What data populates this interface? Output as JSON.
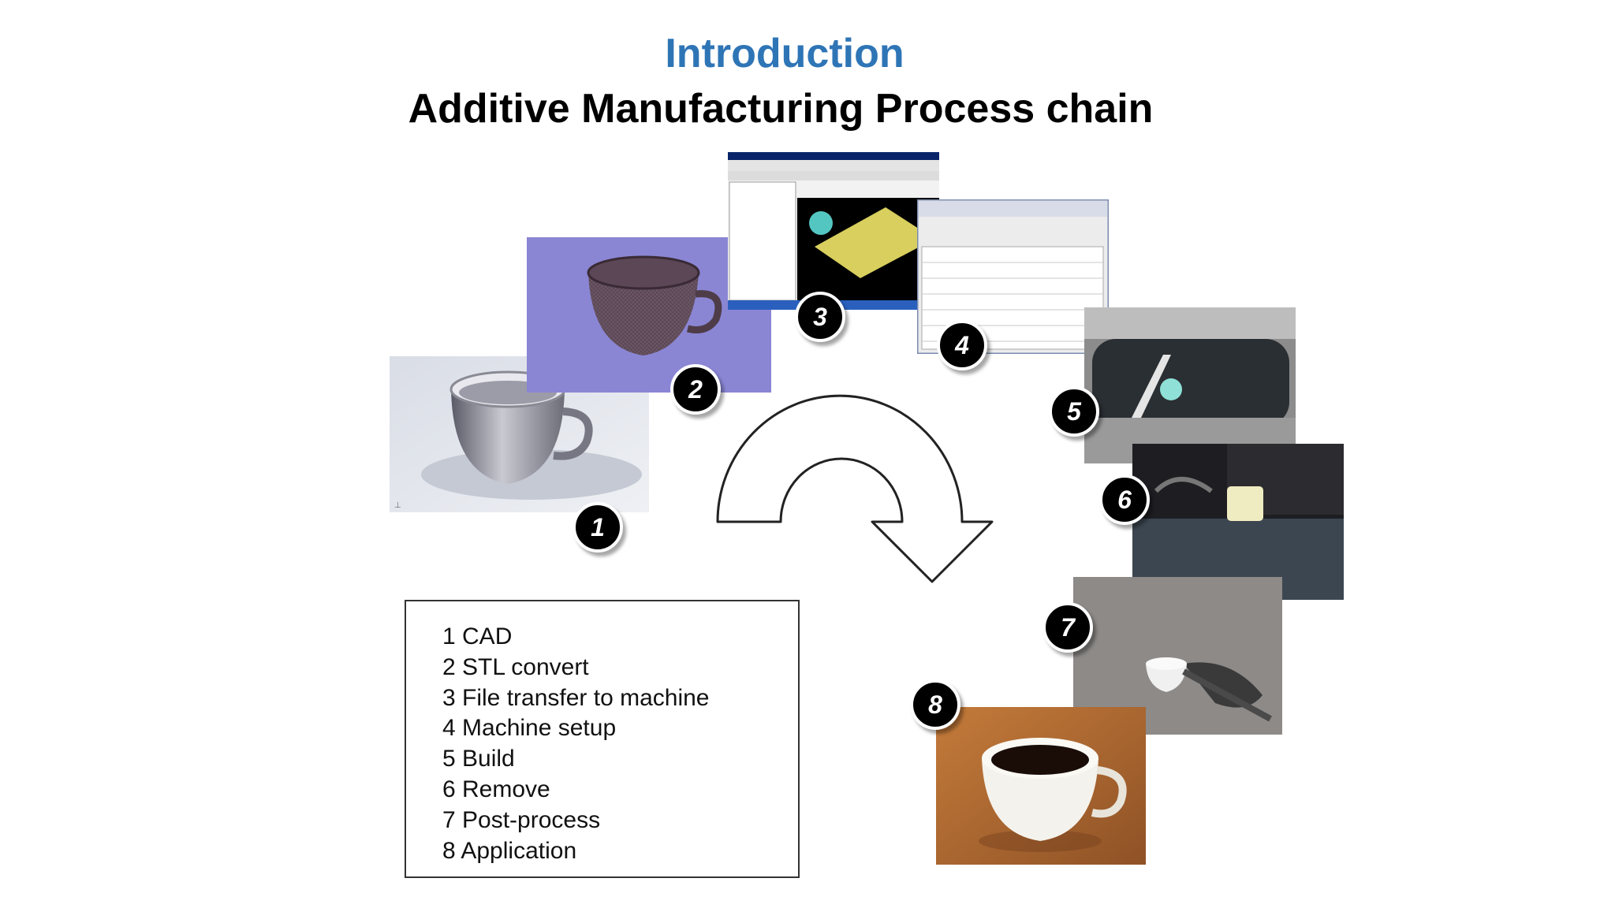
{
  "title": "Introduction",
  "subtitle": "Additive Manufacturing Process chain",
  "steps": [
    {
      "number": "1",
      "label": "1 CAD"
    },
    {
      "number": "2",
      "label": "2 STL convert"
    },
    {
      "number": "3",
      "label": "3 File transfer to machine"
    },
    {
      "number": "4",
      "label": "4 Machine setup"
    },
    {
      "number": "5",
      "label": "5 Build"
    },
    {
      "number": "6",
      "label": "6 Remove"
    },
    {
      "number": "7",
      "label": "7 Post-process"
    },
    {
      "number": "8",
      "label": "8 Application"
    }
  ],
  "colors": {
    "title": "#2e75b6",
    "stl_background": "#8a86d4",
    "badge": "#000000",
    "coffee_table": "#b06a2e"
  }
}
